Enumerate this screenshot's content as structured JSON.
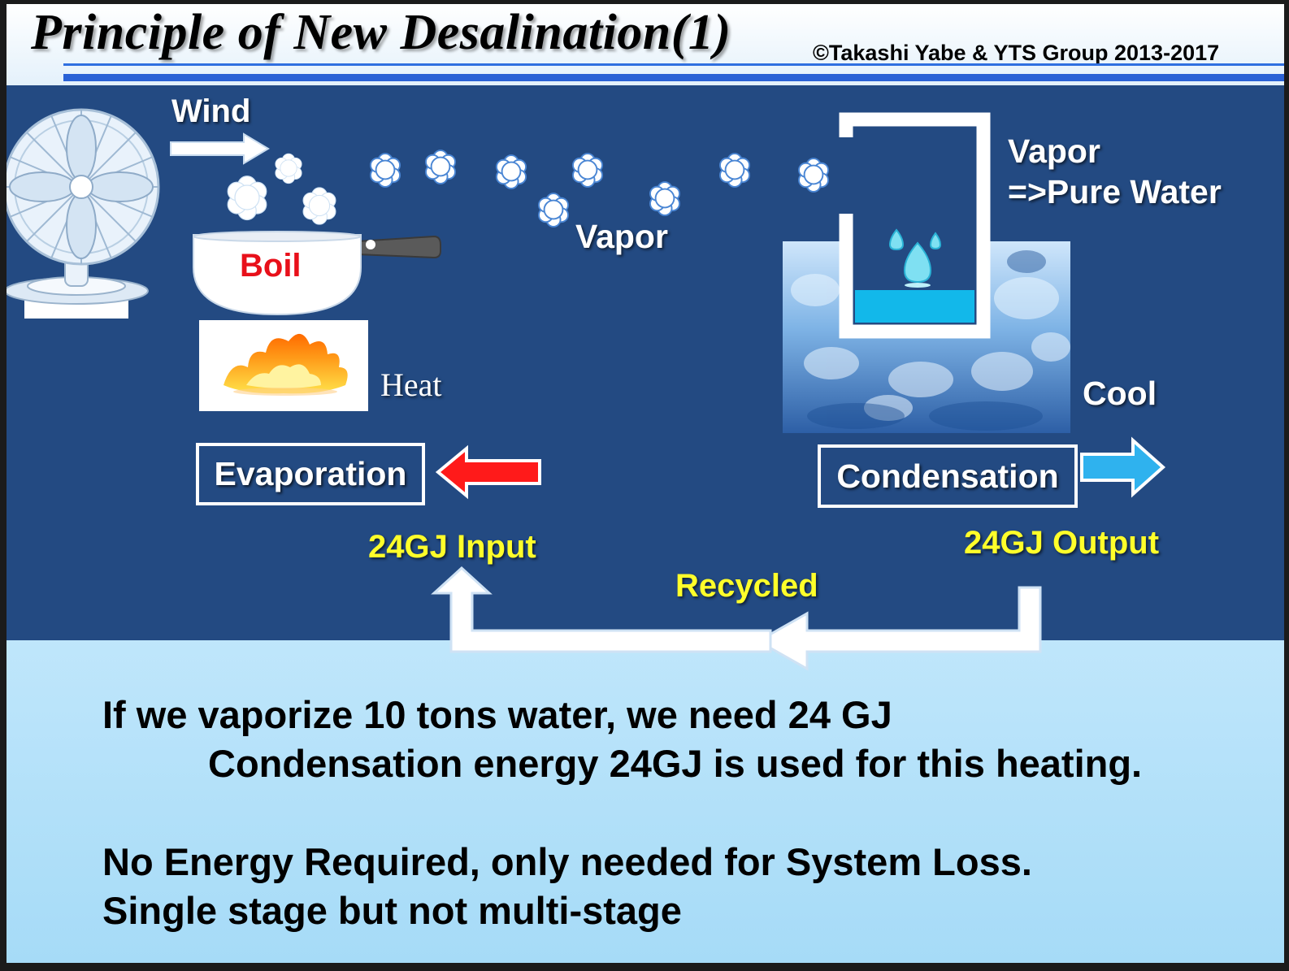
{
  "header": {
    "title": "Principle of New Desalination(1)",
    "copyright": "©Takashi Yabe & YTS Group 2013-2017"
  },
  "diagram": {
    "wind_label": "Wind",
    "boil_label": "Boil",
    "heat_label": "Heat",
    "vapor_label": "Vapor",
    "vapor_pure_label_1": "Vapor",
    "vapor_pure_label_2": "=>Pure Water",
    "cool_label": "Cool",
    "evaporation_label": "Evaporation",
    "condensation_label": "Condensation",
    "input_label": "24GJ Input",
    "output_label": "24GJ Output",
    "recycled_label": "Recycled"
  },
  "body": {
    "line1": "If we vaporize 10 tons water, we need  24 GJ",
    "line2": "Condensation energy 24GJ is used for this heating.",
    "line3": "No Energy Required, only needed for System Loss.",
    "line4": "Single stage  but not multi-stage"
  },
  "colors": {
    "panel": "#234a82",
    "bottom": "#a6dbf7",
    "accent_yellow": "#ffff2a",
    "input_arrow": "#ff1a1a",
    "output_arrow": "#2fb2ee",
    "boil_text": "#e8101a"
  }
}
